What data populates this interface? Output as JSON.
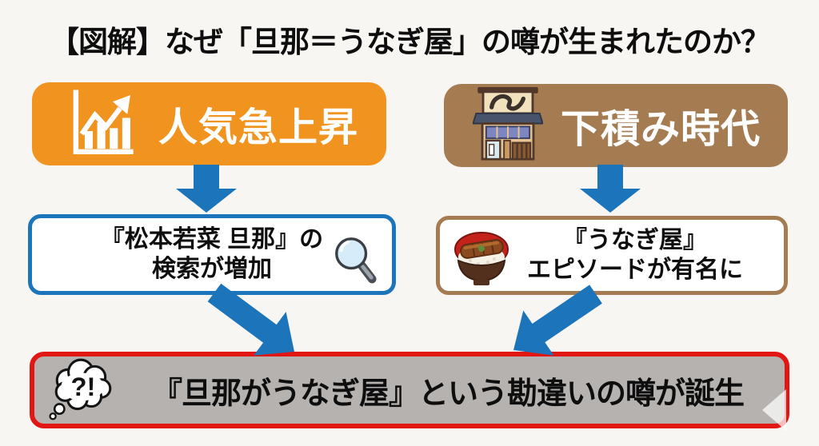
{
  "title": "【図解】なぜ「旦那＝うなぎ屋」の噂が生まれたのか？",
  "colors": {
    "background": "#F8F6F2",
    "popularity_orange": "#F0941F",
    "apprentice_brown": "#A57C52",
    "arrow_blue": "#1C74BA",
    "alert_red": "#E21613",
    "conclusion_gray": "#B5B2AF",
    "text_black": "#0E0E0E"
  },
  "left_flow": {
    "header": {
      "label": "人気急上昇",
      "icon": "chart-rising-icon"
    },
    "detail": {
      "line1": "『松本若菜 旦那』の",
      "line2": "検索が増加",
      "icon": "magnifier-icon"
    }
  },
  "right_flow": {
    "header": {
      "label": "下積み時代",
      "icon": "eel-restaurant-storefront-icon"
    },
    "detail": {
      "line1": "『うなぎ屋』",
      "line2": "エピソードが有名に",
      "icon": "unagi-bowl-icon"
    }
  },
  "conclusion": {
    "bubble_text": "?!",
    "icon": "thought-bubble-icon",
    "text": "『旦那がうなぎ屋』という勘違いの噂が誕生"
  },
  "player_overlay": {
    "icon": "seek-triangle-icon"
  }
}
